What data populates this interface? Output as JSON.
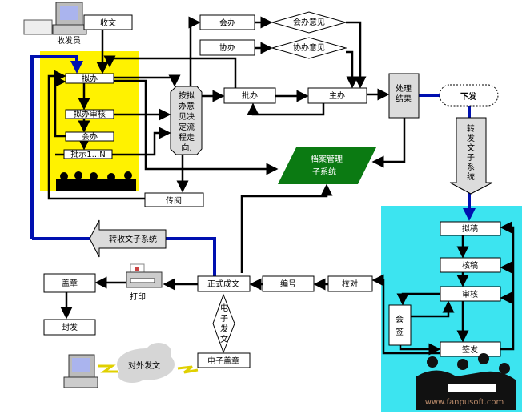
{
  "nodes": {
    "receive": "收文",
    "clerk": "收发员",
    "draft_handle": "拟办",
    "draft_review": "拟办审核",
    "joint_left": "会办",
    "instruct": "批示1...N",
    "decide": [
      "按拟",
      "办意",
      "见决",
      "定流",
      "程走",
      "向."
    ],
    "circulate": "传阅",
    "joint_top": "会办",
    "joint_opinion": "会办意见",
    "assist": "协办",
    "assist_opinion": "协办意见",
    "approve_handle": "批办",
    "main_handle": "主办",
    "result": [
      "处理",
      "结果"
    ],
    "issue": "下发",
    "send_subsystem": [
      "转",
      "发",
      "文",
      "子",
      "系",
      "统"
    ],
    "archive": [
      "档案管理",
      "子系统"
    ],
    "recv_subsystem": "转收文子系统",
    "stamp": "盖章",
    "seal_send": "封发",
    "print": "打印",
    "formal": "正式成文",
    "number": "编号",
    "proof": "校对",
    "e_send": [
      "电",
      "子",
      "发",
      "文"
    ],
    "e_stamp": "电子盖章",
    "external": "对外发文",
    "drafting": "拟稿",
    "check": "核稿",
    "review": "审核",
    "countersign": [
      "会",
      "签"
    ],
    "sign": "签发"
  },
  "watermark": "www.fanpusoft.com",
  "colors": {
    "yellow": "#fff200",
    "cyan": "#3ce4f0",
    "green": "#0b7a12",
    "blue": "#0010b0",
    "grey": "#dcdcdc"
  }
}
